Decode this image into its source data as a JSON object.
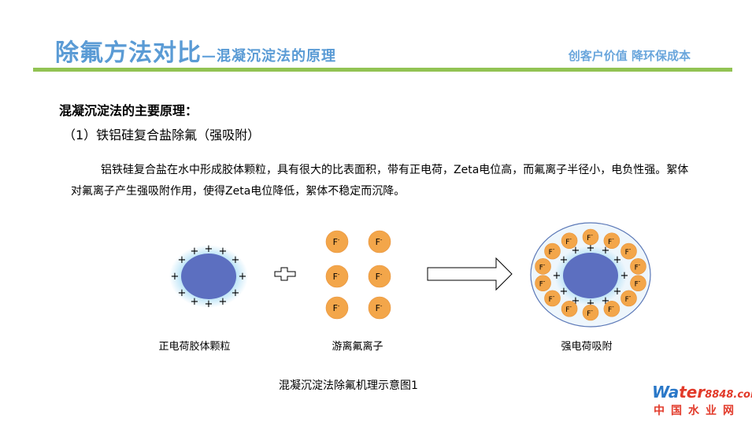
{
  "header": {
    "title": "除氟方法对比",
    "dash": "—",
    "subtitle": "混凝沉淀法的原理",
    "slogan": "创客户价值  降环保成本"
  },
  "content": {
    "heading": "混凝沉淀法的主要原理：",
    "subheading": "（1）铁铝硅复合盐除氟（强吸附）",
    "paragraph": "铝铁硅复合盐在水中形成胶体颗粒，具有很大的比表面积，带有正电荷，Zeta电位高，而氟离子半径小，电负性强。絮体对氟离子产生强吸附作用，使得Zeta电位降低，絮体不稳定而沉降。"
  },
  "diagram": {
    "particle_label": "正电荷胶体颗粒",
    "ions_label": "游离氟离子",
    "adsorbed_label": "强电荷吸附",
    "caption": "混凝沉淀法除氟机理示意图1",
    "fluoride_symbol": "F",
    "fluoride_charge": "-",
    "positive_charge": "+",
    "colors": {
      "particle": "#5c6fc0",
      "particle_glow": "#a8dcf5",
      "fluoride": "#f3a64a",
      "floc_boundary": "#5b78b7",
      "floc_fill": "#eef6fc"
    }
  },
  "logo": {
    "word_part1": "Wa",
    "word_part2": "ter",
    "number": "8848",
    "dot_com": ".com",
    "chinese": "中国水业网"
  }
}
